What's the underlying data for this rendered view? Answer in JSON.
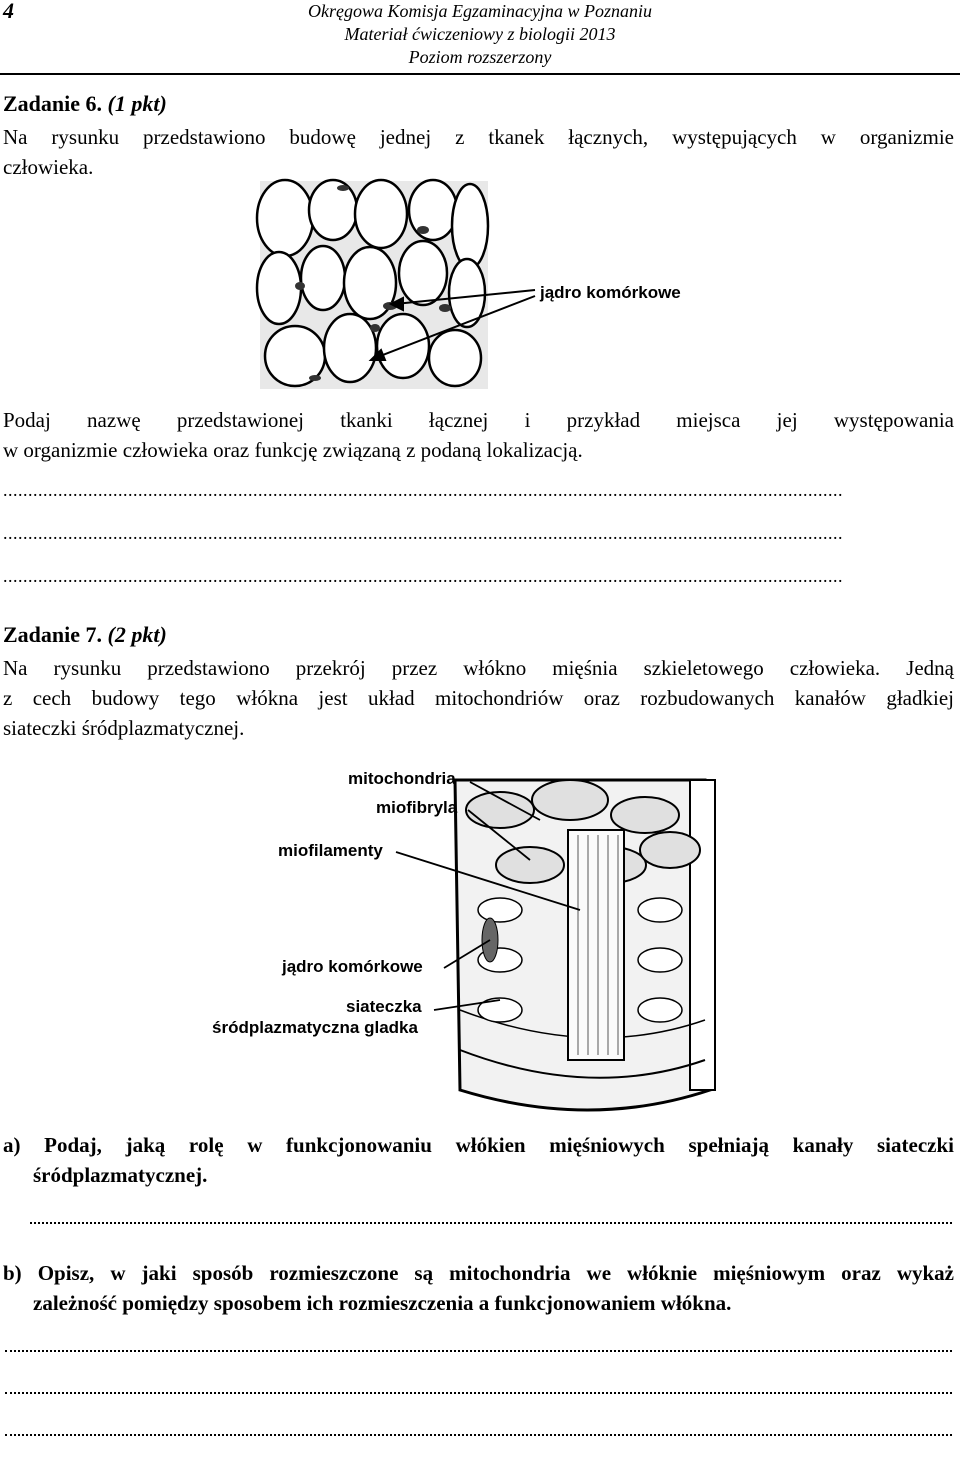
{
  "page_number": "4",
  "header": {
    "line1": "Okręgowa Komisja Egzaminacyjna w Poznaniu",
    "line2": "Materiał ćwiczeniowy z biologii 2013",
    "line3": "Poziom rozszerzony"
  },
  "task6": {
    "title": "Zadanie 6.",
    "points": "(1 pkt)",
    "intro_line1": "Na rysunku przedstawiono budowę jednej z tkanek łącznych, występujących w organizmie",
    "intro_line2": "człowieka.",
    "figure_label": "jądro komórkowe",
    "question_line1": "Podaj nazwę przedstawionej tkanki łącznej i przykład miejsca jej występowania",
    "question_line2": "w organizmie człowieka oraz funkcję związaną z podaną lokalizacją.",
    "answer_dots": "........................................................................................................................................................................"
  },
  "task7": {
    "title": "Zadanie 7.",
    "points": "(2 pkt)",
    "intro_line1": "Na rysunku przedstawiono przekrój przez włókno mięśnia szkieletowego człowieka. Jedną",
    "intro_line2": "z cech budowy tego włókna jest układ mitochondriów oraz rozbudowanych kanałów gładkiej",
    "intro_line3": "siateczki śródplazmatycznej.",
    "figure_labels": {
      "mitochondria": "mitochondria",
      "miofibryla": "miofibryla",
      "miofilamenty": "miofilamenty",
      "jadro": "jądro komórkowe",
      "siateczka1": "siateczka",
      "siateczka2": "śródplazmatyczna gladka"
    },
    "question_a_line1": "a) Podaj, jaką rolę w funkcjonowaniu włókien mięśniowych spełniają kanały siateczki",
    "question_a_line2": "śródplazmatycznej.",
    "question_b_line1": "b) Opisz, w jaki sposób rozmieszczone są mitochondria we włóknie mięśniowym oraz wykaż",
    "question_b_line2": "zależność pomiędzy sposobem ich rozmieszczenia a funkcjonowaniem włókna."
  }
}
